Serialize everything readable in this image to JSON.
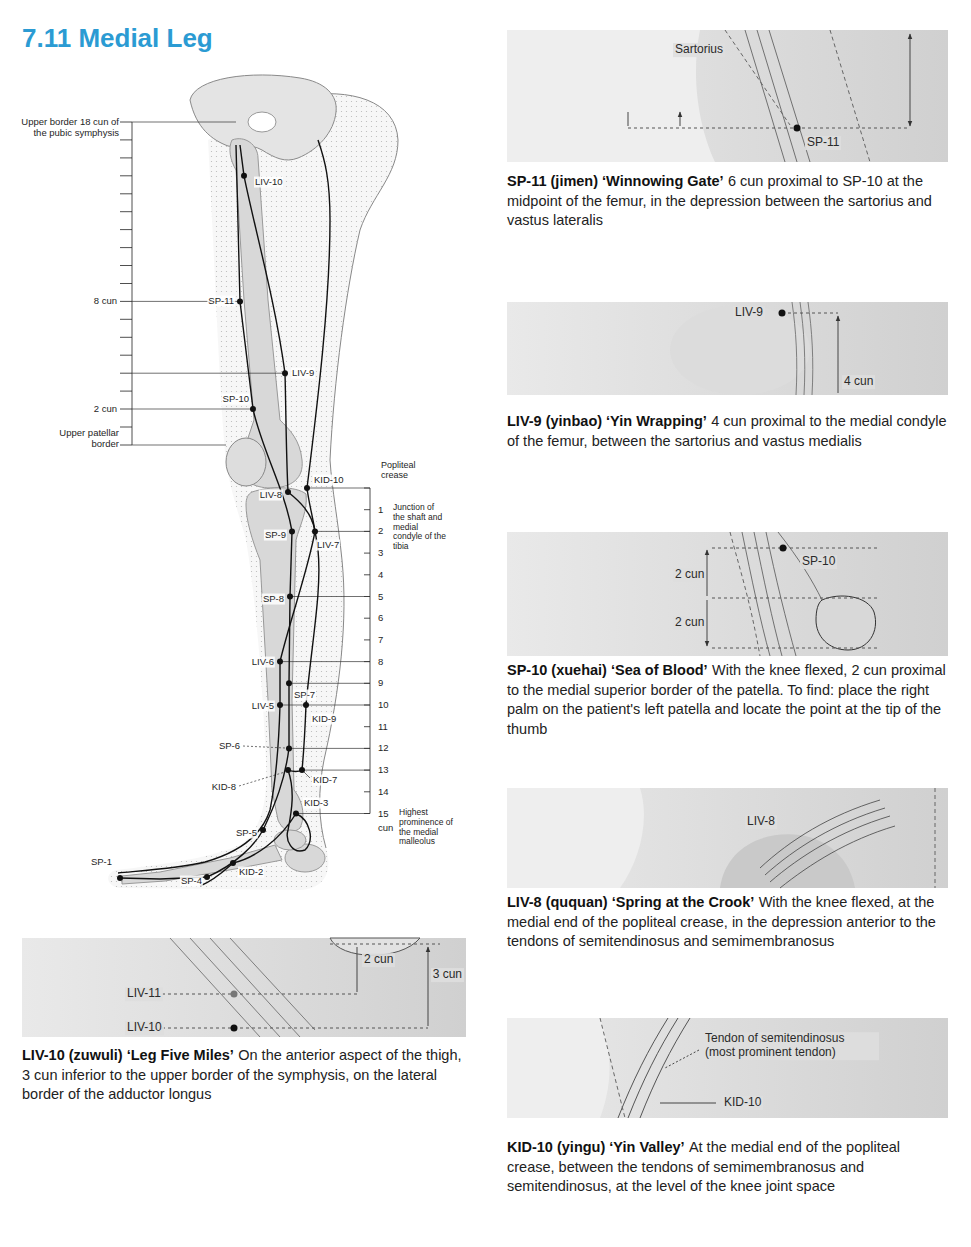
{
  "diagram": {
    "title": "7.11 Medial Leg",
    "nodes": [
      {
        "text": [
          "Sartorius",
          "SP-11"
        ]
      },
      {
        "text": [
          "LIV-9",
          "4 cun"
        ]
      },
      {
        "text": [
          "2 cun",
          "2 cun",
          "SP-10"
        ]
      },
      {
        "text": [
          "LIV-8"
        ]
      },
      {
        "text": [
          "2 cun",
          "3 cun",
          "LIV-11",
          "LIV-10"
        ]
      },
      {
        "text": [
          "Tendon of semitendinosus (most prominent tendon)",
          "KID-10"
        ]
      }
    ],
    "labels": [
      "Upper border 18 cun of the pubic symphysis",
      "8 cun",
      "2 cun",
      "Upper patellar border",
      "LIV-10",
      "SP-11",
      "LIV-9",
      "SP-10",
      "LIV-8",
      "KID-10",
      "Popliteal crease",
      "SP-9",
      "LIV-7",
      "SP-8",
      "LIV-6",
      "SP-7",
      "LIV-5",
      "KID-9",
      "SP-6",
      "KID-7",
      "KID-8",
      "KID-3",
      "SP-5",
      "KID-2",
      "SP-4",
      "SP-1",
      "1",
      "2",
      "3",
      "4",
      "5",
      "6",
      "7",
      "8",
      "9",
      "10",
      "11",
      "12",
      "13",
      "14",
      "15",
      "cun",
      "Junction of the shaft and medial condyle of the tibia",
      "Highest prominence of the medial malleolus",
      "SP-11 (jimen) ‘Winnowing Gate’",
      "6 cun proximal to SP-10 at the midpoint of the femur, in the depression between the sartorius and vastus lateralis",
      "LIV-9 (yinbao) ‘Yin Wrapping’",
      "4 cun proximal to the medial condyle of the femur, between the sartorius and vastus medialis",
      "SP-10 (xuehai) ‘Sea of Blood’",
      "With the knee flexed, 2 cun proximal to the medial superior border of the patella. To find: place the right palm on the patient's left patella and locate the point at the tip of the thumb",
      "LIV-8 (ququan) ‘Spring at the Crook’",
      "With the knee flexed, at the medial end of the popliteal crease, in the depression anterior to the tendons of semitendinosus and semimembranosus",
      "LIV-10 (zuwuli) ‘Leg Five Miles’",
      "On the anterior aspect of the thigh, 3 cun inferior to the upper border of the symphysis, on the lateral border of the adductor longus",
      "KID-10 (yingu) ‘Yin Valley’",
      "At the medial end of the popliteal crease, between the tendons of semimembranosus and semitendinosus, at the level of the knee joint space"
    ]
  }
}
